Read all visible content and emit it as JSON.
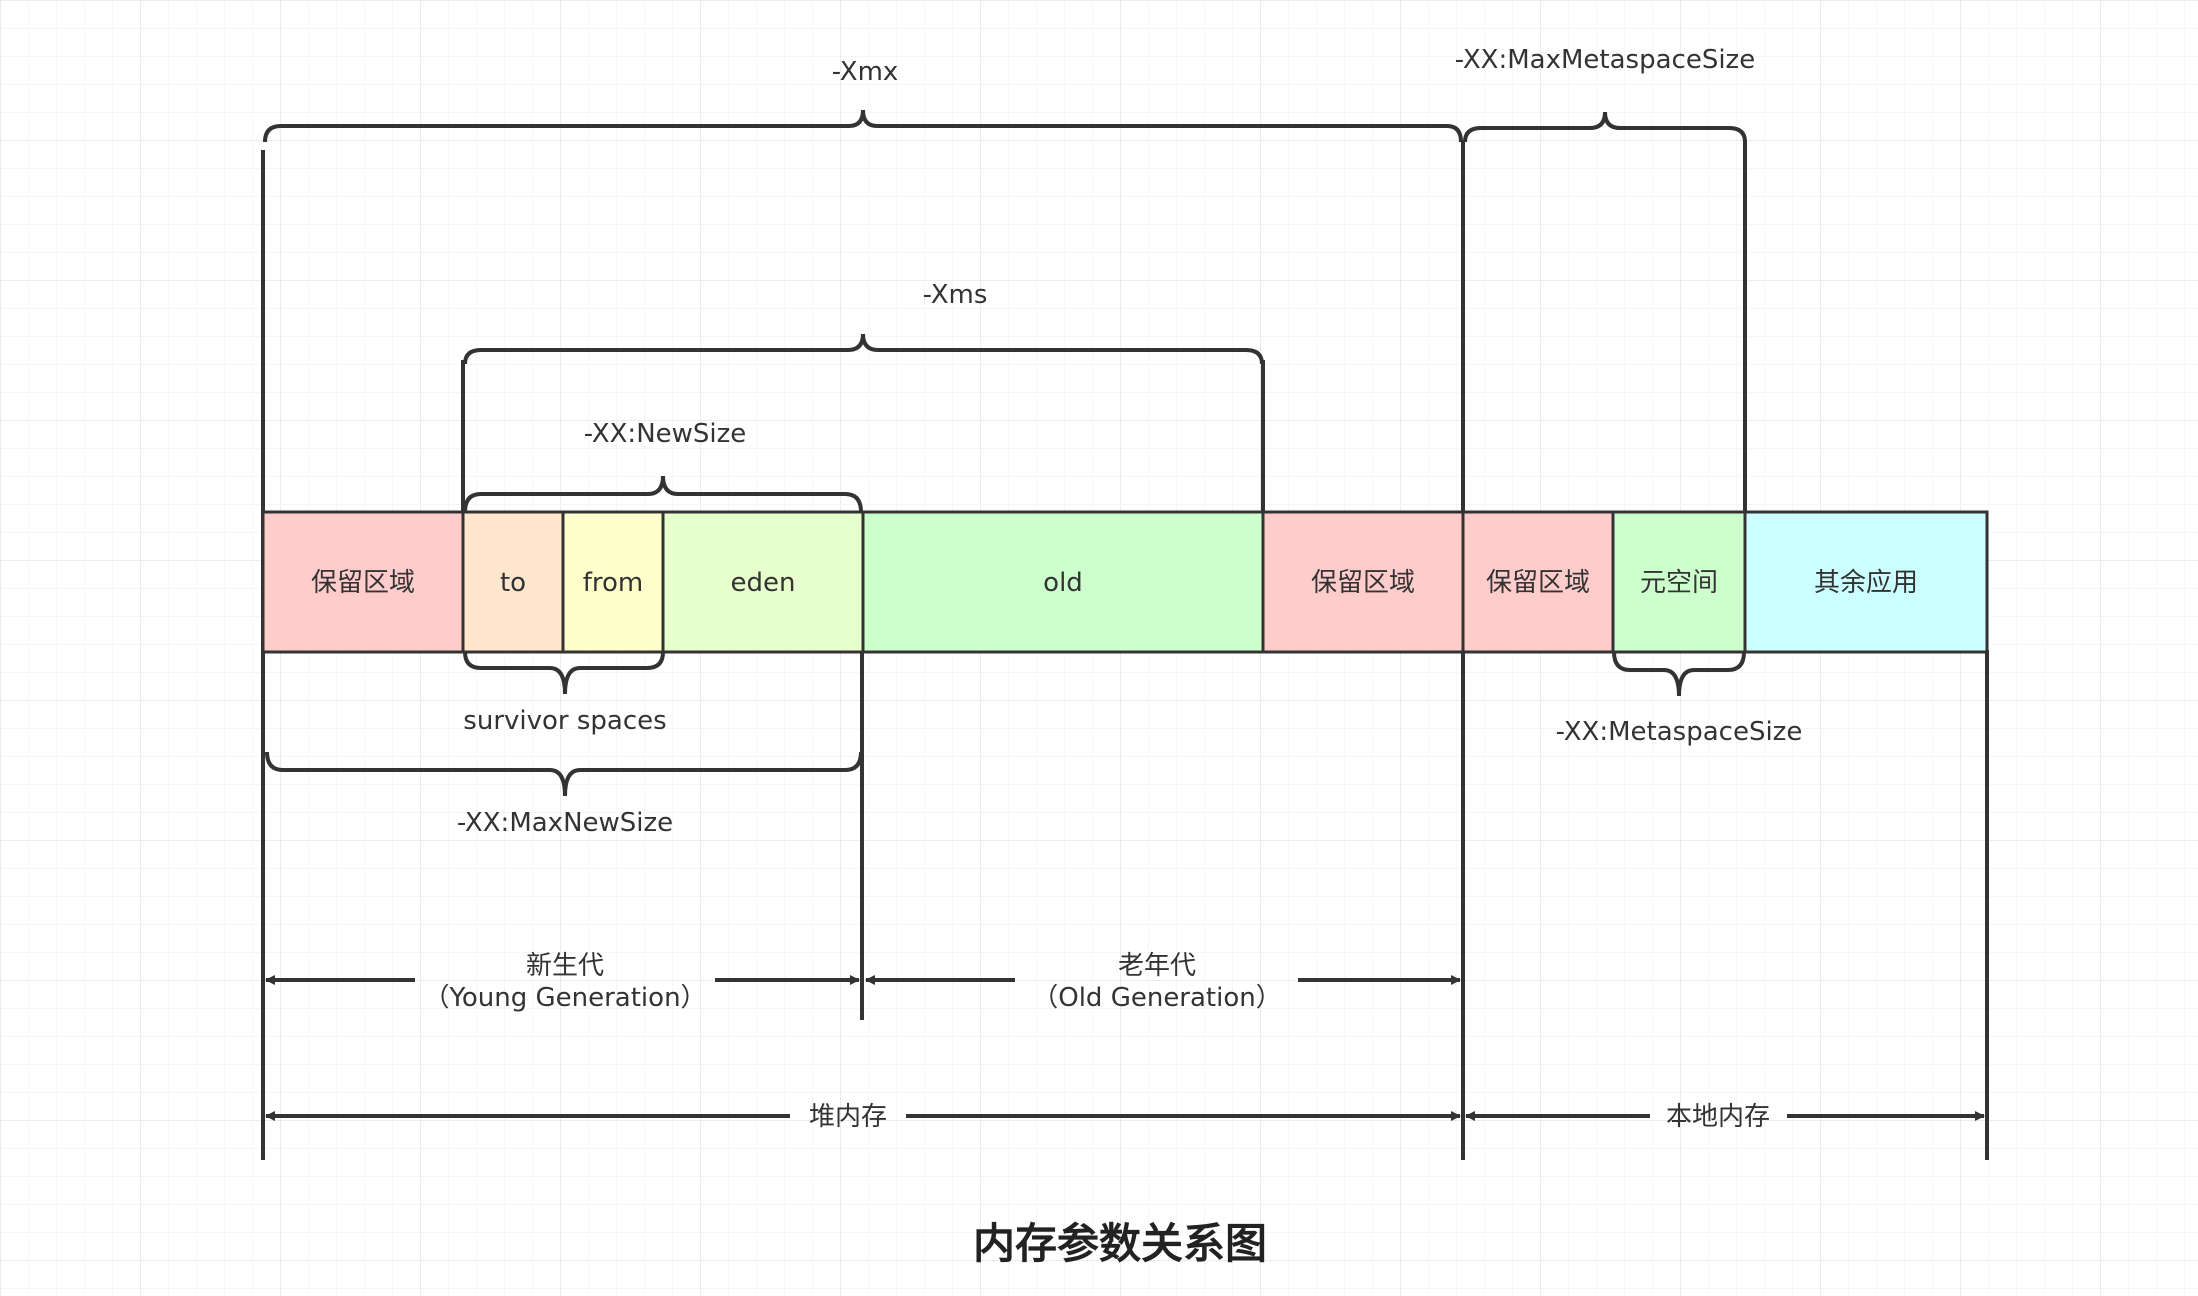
{
  "title": "内存参数关系图",
  "colors": {
    "reserved": "#ffcccc",
    "to": "#ffe6cc",
    "from": "#ffffcc",
    "eden": "#e6ffcc",
    "old": "#ccffcc",
    "metaspace": "#ccffcc",
    "other": "#ccffff",
    "line": "#333333"
  },
  "cells": [
    {
      "id": "reserved-1",
      "label": "保留区域",
      "color": "reserved"
    },
    {
      "id": "to",
      "label": "to",
      "color": "to"
    },
    {
      "id": "from",
      "label": "from",
      "color": "from"
    },
    {
      "id": "eden",
      "label": "eden",
      "color": "eden"
    },
    {
      "id": "old",
      "label": "old",
      "color": "old"
    },
    {
      "id": "reserved-2",
      "label": "保留区域",
      "color": "reserved"
    },
    {
      "id": "reserved-3",
      "label": "保留区域",
      "color": "reserved"
    },
    {
      "id": "metaspace",
      "label": "元空间",
      "color": "metaspace"
    },
    {
      "id": "other",
      "label": "其余应用",
      "color": "other"
    }
  ],
  "braces": {
    "xmx": "-Xmx",
    "max_metaspace": "-XX:MaxMetaspaceSize",
    "xms": "-Xms",
    "new_size": "-XX:NewSize",
    "survivor": "survivor spaces",
    "max_new_size": "-XX:MaxNewSize",
    "metaspace_size": "-XX:MetaspaceSize"
  },
  "arrows": {
    "young_line1": "新生代",
    "young_line2": "（Young Generation）",
    "old_line1": "老年代",
    "old_line2": "（Old Generation）",
    "heap": "堆内存",
    "native": "本地内存"
  }
}
